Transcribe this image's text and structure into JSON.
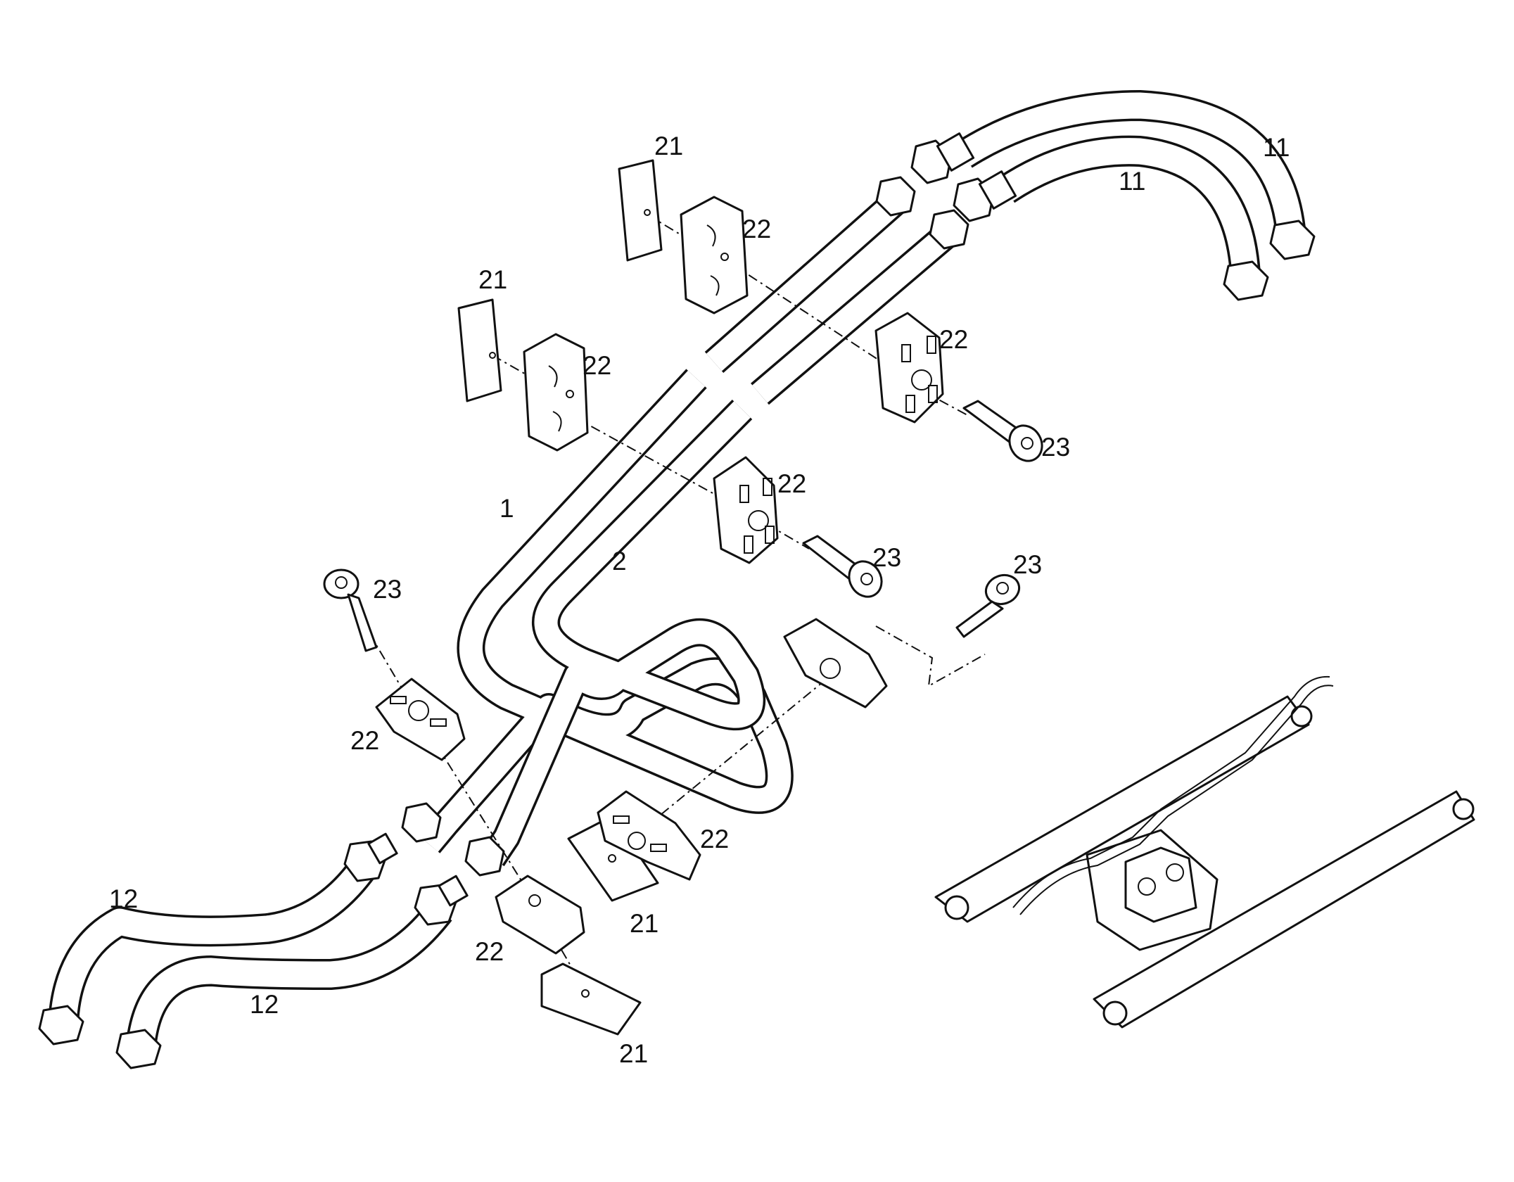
{
  "callouts": {
    "pipe_1": "1",
    "pipe_2": "2",
    "hose_11_a": "11",
    "hose_11_b": "11",
    "hose_12_a": "12",
    "hose_12_b": "12",
    "plate_21_a": "21",
    "plate_21_b": "21",
    "plate_21_c": "21",
    "plate_21_d": "21",
    "clamp_22_a": "22",
    "clamp_22_b": "22",
    "clamp_22_c": "22",
    "clamp_22_d": "22",
    "clamp_22_e": "22",
    "clamp_22_f": "22",
    "clamp_22_g": "22",
    "screw_23_a": "23",
    "screw_23_b": "23",
    "screw_23_c": "23",
    "screw_23_d": "23"
  }
}
